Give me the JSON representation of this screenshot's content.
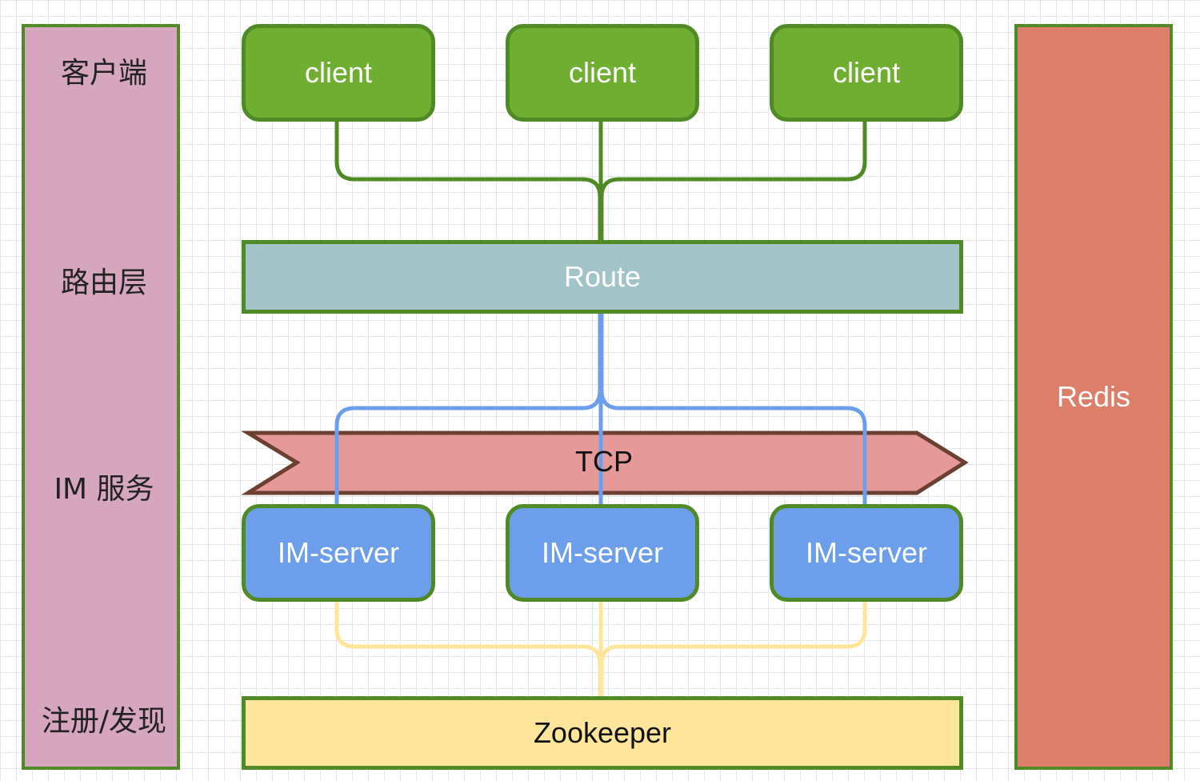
{
  "layers": [
    {
      "label": "客户端"
    },
    {
      "label": "路由层"
    },
    {
      "label": "IM 服务"
    },
    {
      "label": "注册/发现"
    }
  ],
  "clients": [
    {
      "label": "client"
    },
    {
      "label": "client"
    },
    {
      "label": "client"
    }
  ],
  "route": {
    "label": "Route"
  },
  "tcp": {
    "label": "TCP"
  },
  "servers": [
    {
      "label": "IM-server"
    },
    {
      "label": "IM-server"
    },
    {
      "label": "IM-server"
    }
  ],
  "zookeeper": {
    "label": "Zookeeper"
  },
  "redis": {
    "label": "Redis"
  },
  "colors": {
    "layer_panel": "#d5a6bd",
    "client": "#6fae30",
    "route": "#a2c4c9",
    "tcp_arrow": "#e69999",
    "tcp_border": "#6b4030",
    "server": "#6d9eeb",
    "zookeeper": "#ffe599",
    "redis": "#dd7e6b",
    "border_green": "#4f8a25",
    "connector_green": "#4f8a25",
    "connector_blue": "#6d9eeb",
    "connector_yellow": "#ffe599"
  }
}
